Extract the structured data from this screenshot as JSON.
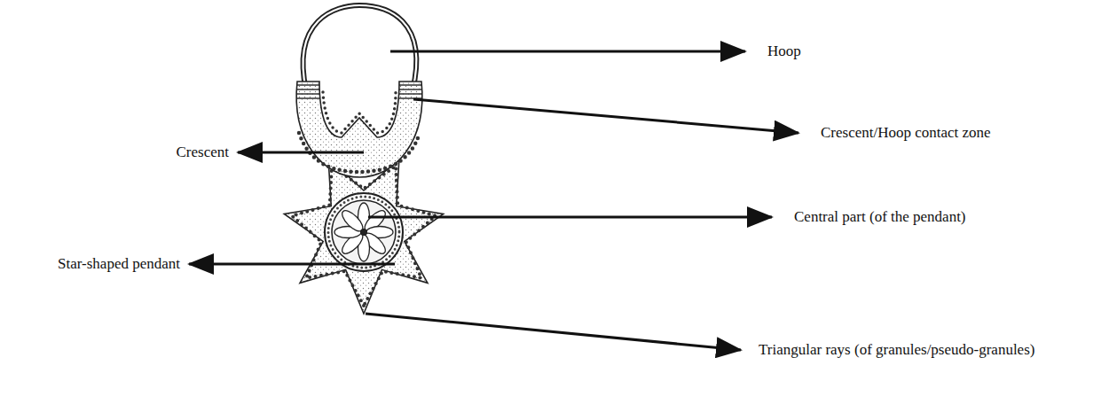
{
  "diagram": {
    "labels": [
      "Hoop",
      "Crescent/Hoop contact zone",
      "Crescent",
      "Central part (of the pendant)",
      "Star-shaped pendant",
      "Triangular rays (of granules/pseudo-granules)"
    ]
  }
}
